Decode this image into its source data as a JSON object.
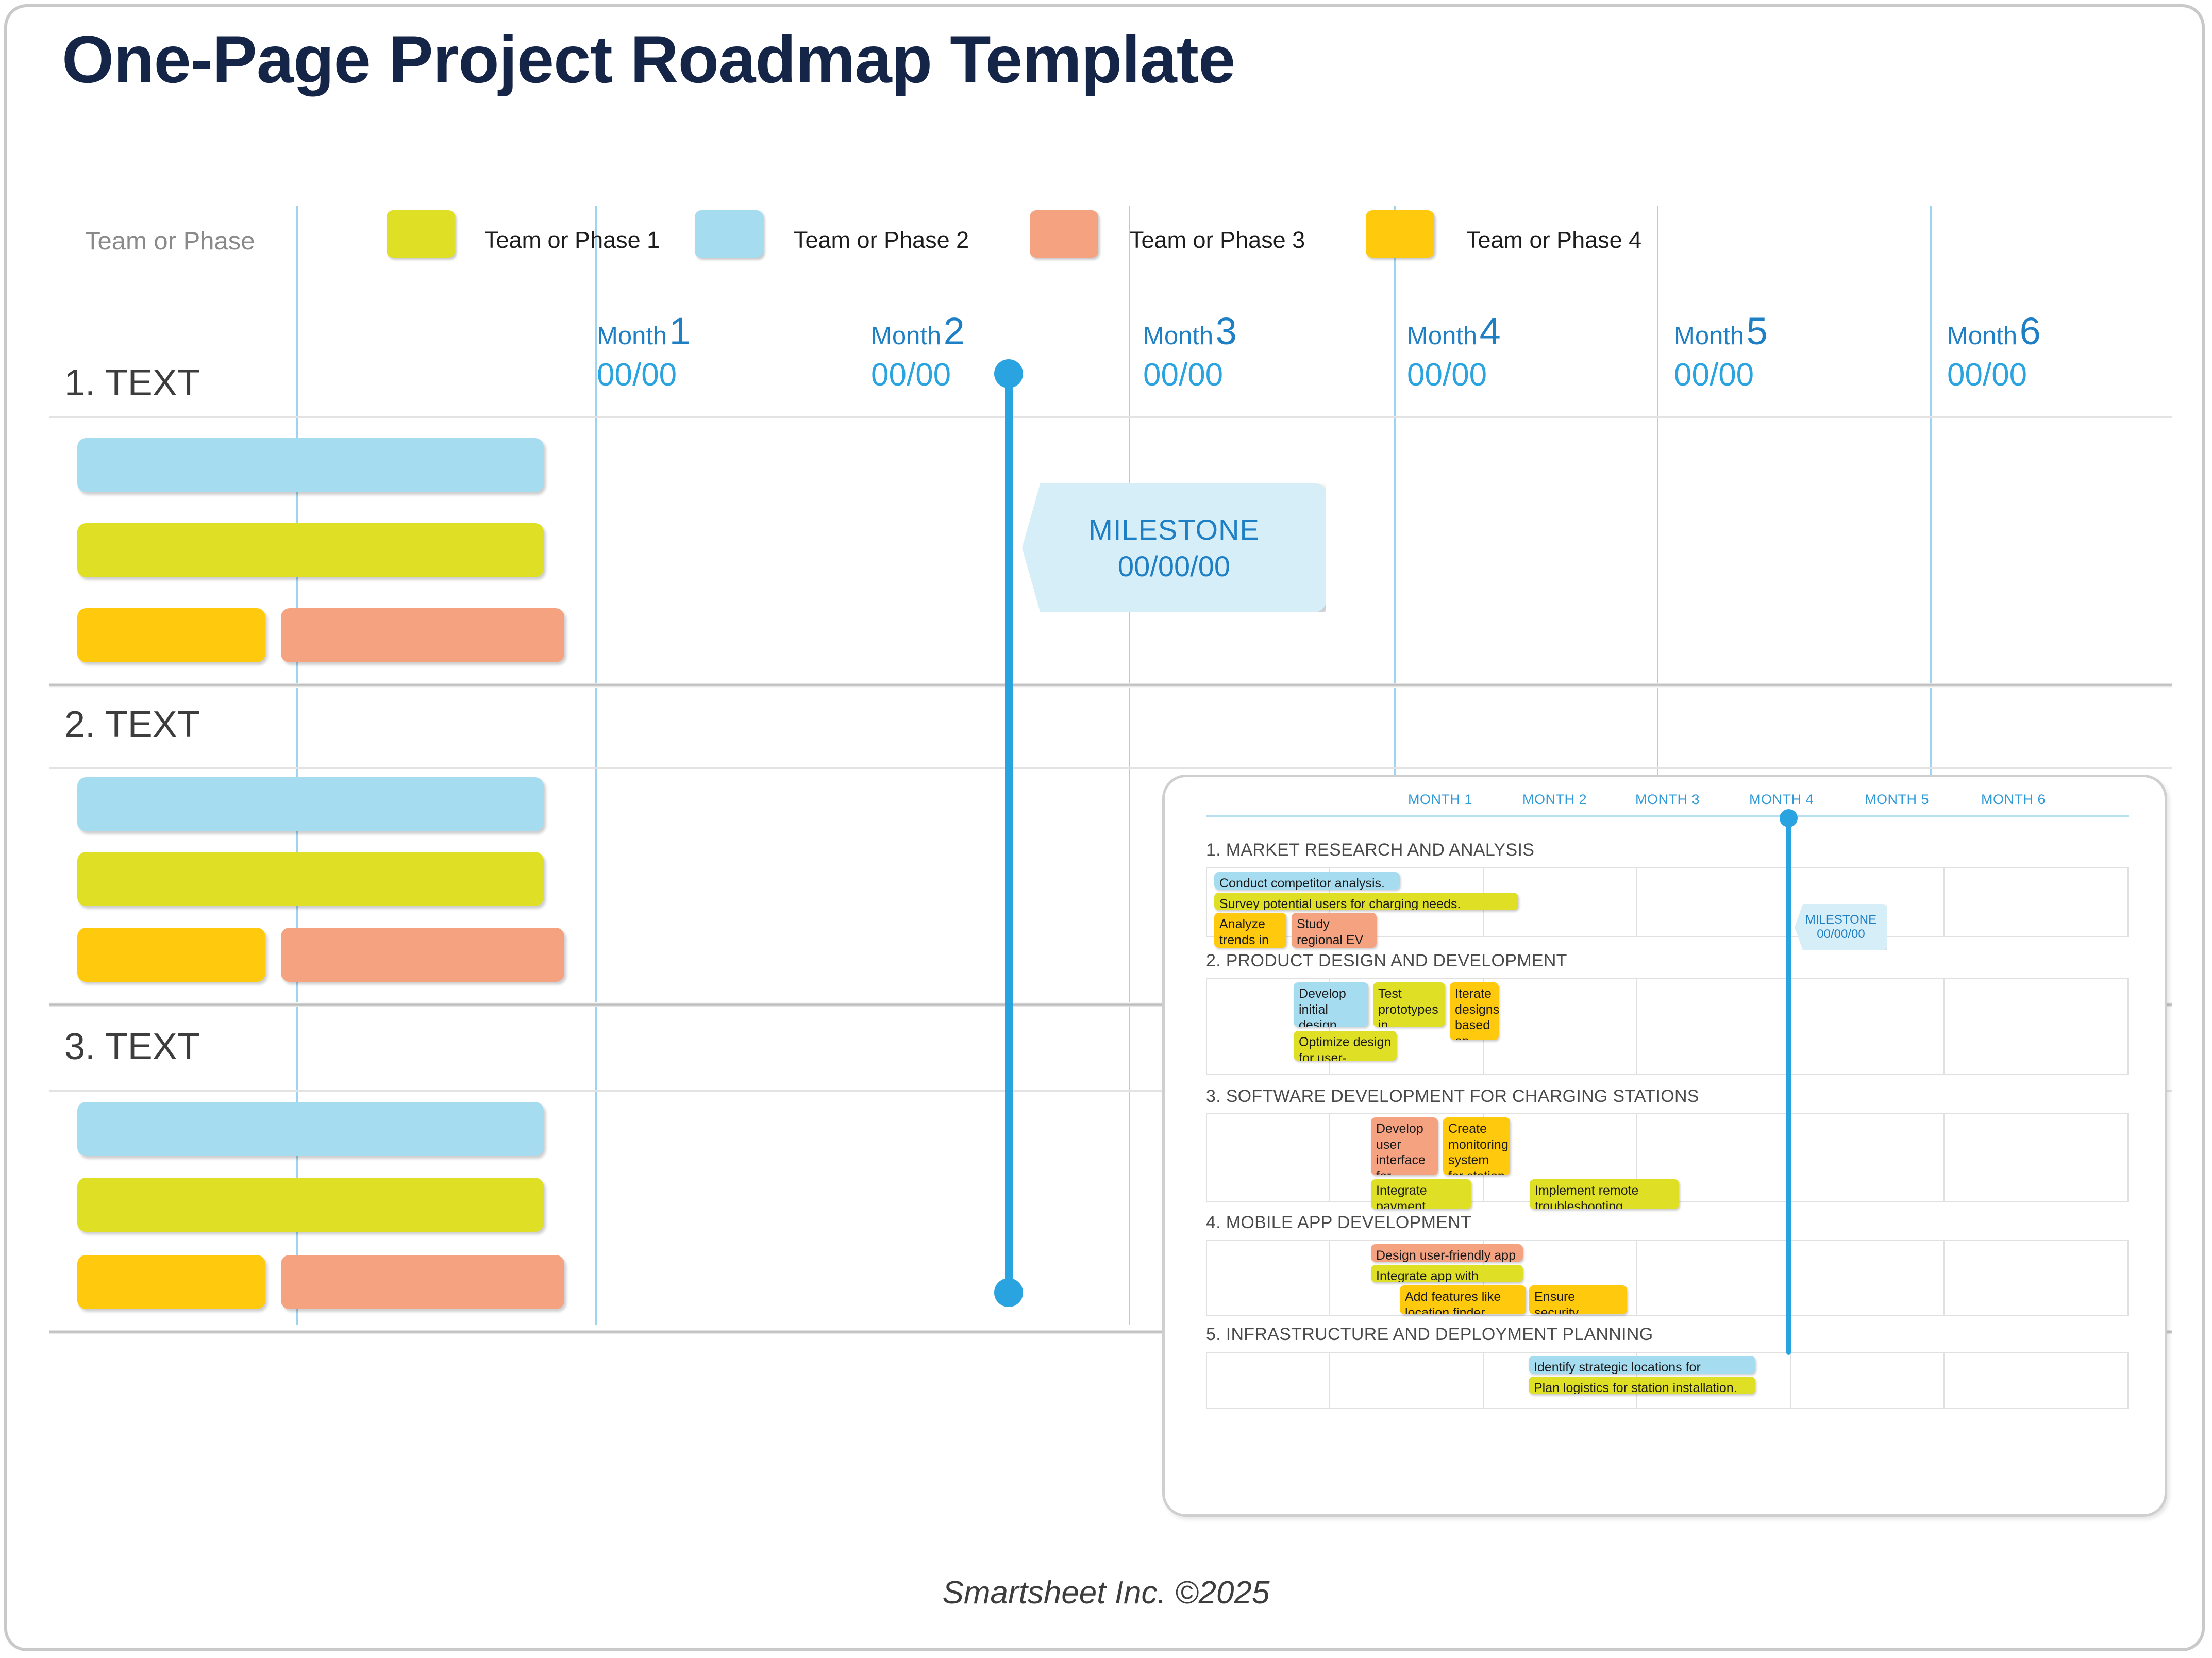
{
  "page": {
    "title": "One-Page Project Roadmap Template",
    "footer": "Smartsheet Inc. ©2025"
  },
  "colors": {
    "brand_navy": "#152548",
    "accent_blue": "#2aa4e0",
    "header_blue": "#1f7fc4",
    "phase1_yellow": "#DFDF25",
    "phase2_lightblue": "#A5DCF0",
    "phase3_salmon": "#F5A281",
    "phase4_gold": "#FFC90E",
    "milestone_fill": "#D6EEF7",
    "grid_line": "#9FD4F0"
  },
  "legend": {
    "axis_label": "Team or Phase",
    "items": [
      {
        "label": "Team or Phase 1",
        "color": "#DFDF25",
        "swatch_name": "legend-swatch-phase-1"
      },
      {
        "label": "Team or Phase 2",
        "color": "#A5DCF0",
        "swatch_name": "legend-swatch-phase-2"
      },
      {
        "label": "Team or Phase 3",
        "color": "#F5A281",
        "swatch_name": "legend-swatch-phase-3"
      },
      {
        "label": "Team or Phase 4",
        "color": "#FFC90E",
        "swatch_name": "legend-swatch-phase-4"
      }
    ]
  },
  "timeline": {
    "month_word": "Month",
    "months": [
      {
        "num": "1",
        "date": "00/00"
      },
      {
        "num": "2",
        "date": "00/00"
      },
      {
        "num": "3",
        "date": "00/00"
      },
      {
        "num": "4",
        "date": "00/00"
      },
      {
        "num": "5",
        "date": "00/00"
      },
      {
        "num": "6",
        "date": "00/00"
      }
    ]
  },
  "milestone": {
    "label": "MILESTONE",
    "date": "00/00/00"
  },
  "sections": [
    {
      "label": "1. TEXT"
    },
    {
      "label": "2. TEXT"
    },
    {
      "label": "3. TEXT"
    }
  ],
  "inset": {
    "months": [
      "MONTH 1",
      "MONTH 2",
      "MONTH 3",
      "MONTH 4",
      "MONTH 5",
      "MONTH 6"
    ],
    "milestone": {
      "label": "MILESTONE",
      "date": "00/00/00"
    },
    "sections": [
      {
        "title": "1. MARKET RESEARCH AND ANALYSIS",
        "tasks": [
          {
            "text": "Conduct competitor analysis.",
            "color": "#A5DCF0"
          },
          {
            "text": "Survey potential users for charging needs.",
            "color": "#DFDF25"
          },
          {
            "text": "Analyze trends in EV usage.",
            "color": "#FFC90E"
          },
          {
            "text": "Study regional EV charging infrastructure.",
            "color": "#F5A281"
          }
        ]
      },
      {
        "title": "2. PRODUCT DESIGN AND DEVELOPMENT",
        "tasks": [
          {
            "text": "Develop initial design prototypes for charging units.",
            "color": "#A5DCF0"
          },
          {
            "text": "Test prototypes in controlled environments.",
            "color": "#DFDF25"
          },
          {
            "text": "Iterate designs based on feedback.",
            "color": "#FFC90E"
          },
          {
            "text": "Optimize design for user-friendliness and efficiency.",
            "color": "#DFDF25"
          }
        ]
      },
      {
        "title": "3. SOFTWARE DEVELOPMENT FOR CHARGING STATIONS",
        "tasks": [
          {
            "text": "Develop user interface for charging stations.",
            "color": "#F5A281"
          },
          {
            "text": "Create monitoring system for station status.",
            "color": "#FFC90E"
          },
          {
            "text": "Integrate payment processing system.",
            "color": "#DFDF25"
          },
          {
            "text": "Implement remote troubleshooting capabilities.",
            "color": "#DFDF25"
          }
        ]
      },
      {
        "title": "4. MOBILE APP DEVELOPMENT",
        "tasks": [
          {
            "text": "Design user-friendly app interface.",
            "color": "#F5A281"
          },
          {
            "text": "Integrate app with charging stations.",
            "color": "#DFDF25"
          },
          {
            "text": "Add features like location finder, booking, and payment.",
            "color": "#FFC90E"
          },
          {
            "text": "Ensure security measures for user data.",
            "color": "#FFC90E"
          }
        ]
      },
      {
        "title": "5. INFRASTRUCTURE AND DEPLOYMENT PLANNING",
        "tasks": [
          {
            "text": "Identify strategic locations for charging stations.",
            "color": "#A5DCF0"
          },
          {
            "text": "Plan logistics for station installation.",
            "color": "#DFDF25"
          }
        ]
      }
    ]
  },
  "chart_data": {
    "type": "bar",
    "title": "One-Page Project Roadmap Template",
    "categories": [
      "Month 1",
      "Month 2",
      "Month 3",
      "Month 4",
      "Month 5",
      "Month 6"
    ],
    "xlabel": "",
    "ylabel": "Team or Phase",
    "grid": true,
    "legend_position": "top",
    "series": [
      {
        "name": "Team or Phase 1",
        "color": "#DFDF25"
      },
      {
        "name": "Team or Phase 2",
        "color": "#A5DCF0"
      },
      {
        "name": "Team or Phase 3",
        "color": "#F5A281"
      },
      {
        "name": "Team or Phase 4",
        "color": "#FFC90E"
      }
    ],
    "rows": [
      {
        "section": "1. TEXT",
        "bars": [
          {
            "series": "Team or Phase 2",
            "color": "#A5DCF0",
            "start_month": 0.0,
            "end_month": 1.1
          },
          {
            "series": "Team or Phase 1",
            "color": "#DFDF25",
            "start_month": 0.0,
            "end_month": 1.1
          },
          {
            "series": "Team or Phase 4",
            "color": "#FFC90E",
            "start_month": 0.0,
            "end_month": 0.45
          },
          {
            "series": "Team or Phase 3",
            "color": "#F5A281",
            "start_month": 0.5,
            "end_month": 1.2
          }
        ]
      },
      {
        "section": "2. TEXT",
        "bars": [
          {
            "series": "Team or Phase 2",
            "color": "#A5DCF0",
            "start_month": 0.0,
            "end_month": 1.1
          },
          {
            "series": "Team or Phase 1",
            "color": "#DFDF25",
            "start_month": 0.0,
            "end_month": 1.1
          },
          {
            "series": "Team or Phase 4",
            "color": "#FFC90E",
            "start_month": 0.0,
            "end_month": 0.45
          },
          {
            "series": "Team or Phase 3",
            "color": "#F5A281",
            "start_month": 0.5,
            "end_month": 1.2
          }
        ]
      },
      {
        "section": "3. TEXT",
        "bars": [
          {
            "series": "Team or Phase 2",
            "color": "#A5DCF0",
            "start_month": 0.0,
            "end_month": 1.1
          },
          {
            "series": "Team or Phase 1",
            "color": "#DFDF25",
            "start_month": 0.0,
            "end_month": 1.1
          },
          {
            "series": "Team or Phase 4",
            "color": "#FFC90E",
            "start_month": 0.0,
            "end_month": 0.45
          },
          {
            "series": "Team or Phase 3",
            "color": "#F5A281",
            "start_month": 0.5,
            "end_month": 1.2
          }
        ]
      }
    ],
    "milestones": [
      {
        "label": "MILESTONE",
        "date": "00/00/00",
        "at_month": 2.0
      }
    ]
  }
}
